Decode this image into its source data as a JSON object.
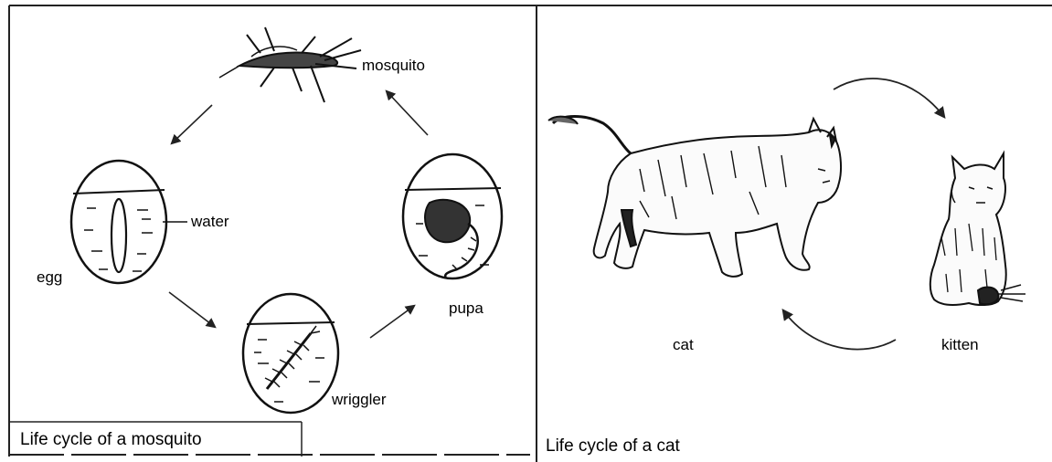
{
  "mosquito_panel": {
    "caption": "Life cycle of a mosquito",
    "labels": {
      "mosquito": "mosquito",
      "water": "water",
      "egg": "egg",
      "pupa": "pupa",
      "wriggler": "wriggler"
    }
  },
  "cat_panel": {
    "caption": "Life cycle of a cat",
    "labels": {
      "cat": "cat",
      "kitten": "kitten"
    }
  }
}
